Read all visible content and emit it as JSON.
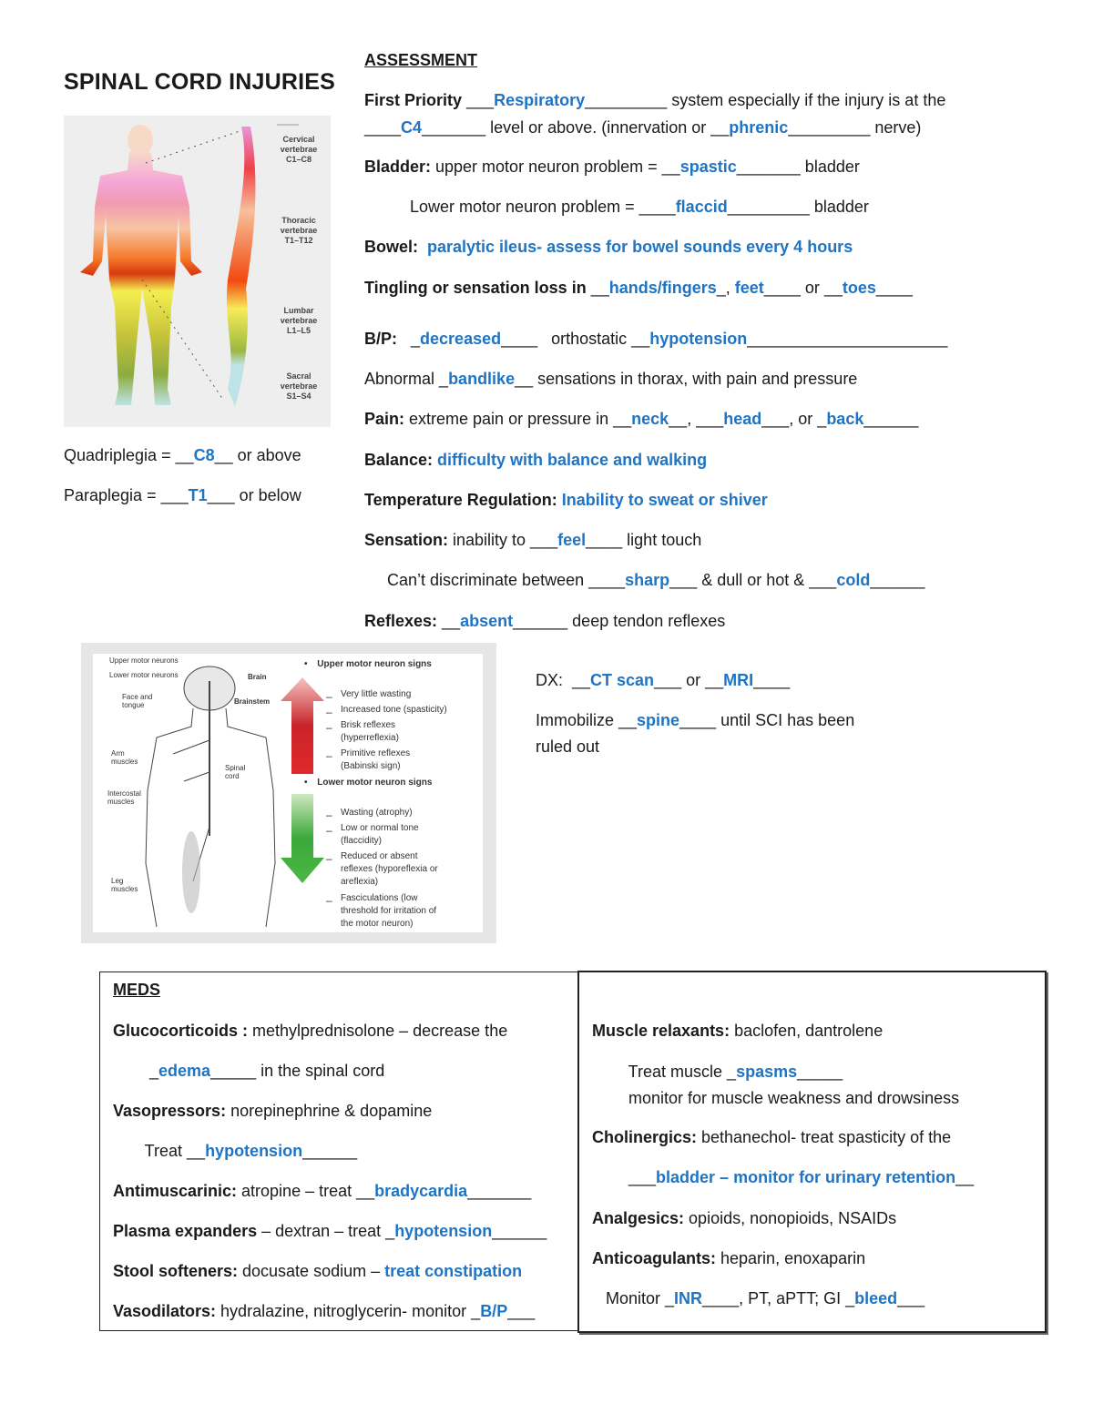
{
  "title": "SPINAL CORD INJURIES",
  "figure_spine": {
    "labels": [
      "Cervical",
      "vertebrae",
      "C1–C8",
      "Thoracic",
      "vertebrae",
      "T1–T12",
      "Lumbar",
      "vertebrae",
      "L1–L5",
      "Sacral",
      "vertebrae",
      "S1–S4"
    ]
  },
  "left_notes": [
    [
      [
        "n",
        "Quadriplegia = __"
      ],
      [
        "a",
        "C8"
      ],
      [
        "n",
        "__ or above"
      ]
    ],
    [
      [
        "n",
        "Paraplegia = ___"
      ],
      [
        "a",
        "T1"
      ],
      [
        "n",
        "___ or below"
      ]
    ]
  ],
  "assessment": [
    [
      [
        "u",
        "ASSESSMENT"
      ]
    ],
    [
      [
        "b",
        "First Priority "
      ],
      [
        "n",
        "___"
      ],
      [
        "a",
        "Respiratory"
      ],
      [
        "n",
        "_________ system especially if the injury is at the"
      ]
    ],
    [
      [
        "n",
        "____"
      ],
      [
        "a",
        "C4"
      ],
      [
        "n",
        "_______ level or above. (innervation or __"
      ],
      [
        "a",
        "phrenic"
      ],
      [
        "n",
        "_________ nerve)"
      ]
    ],
    [
      [
        "b",
        "Bladder: "
      ],
      [
        "n",
        "upper motor neuron problem = __"
      ],
      [
        "a",
        "spastic"
      ],
      [
        "n",
        "_______ bladder"
      ]
    ],
    [
      [
        "n",
        "          Lower motor neuron problem = ____"
      ],
      [
        "a",
        "flaccid"
      ],
      [
        "n",
        "_________ bladder"
      ]
    ],
    [
      [
        "b",
        "Bowel:  "
      ],
      [
        "a",
        "paralytic ileus- assess for bowel sounds every 4 hours"
      ]
    ],
    [
      [
        "b",
        "Tingling or sensation loss in "
      ],
      [
        "n",
        "__"
      ],
      [
        "a",
        "hands/fingers"
      ],
      [
        "n",
        "_, "
      ],
      [
        "a",
        "feet"
      ],
      [
        "n",
        "____ or __"
      ],
      [
        "a",
        "toes"
      ],
      [
        "n",
        "____"
      ]
    ],
    [
      [
        "b",
        "B/P:   "
      ],
      [
        "n",
        "_"
      ],
      [
        "a",
        "decreased"
      ],
      [
        "n",
        "____   orthostatic __"
      ],
      [
        "a",
        "hypotension"
      ],
      [
        "n",
        "______________________"
      ]
    ],
    [
      [
        "n",
        "Abnormal _"
      ],
      [
        "a",
        "bandlike"
      ],
      [
        "n",
        "__ sensations in thorax, with pain and pressure"
      ]
    ],
    [
      [
        "b",
        "Pain: "
      ],
      [
        "n",
        "extreme pain or pressure in __"
      ],
      [
        "a",
        "neck"
      ],
      [
        "n",
        "__, ___"
      ],
      [
        "a",
        "head"
      ],
      [
        "n",
        "___, or _"
      ],
      [
        "a",
        "back"
      ],
      [
        "n",
        "______"
      ]
    ],
    [
      [
        "b",
        "Balance: "
      ],
      [
        "a",
        "difficulty with balance and walking"
      ]
    ],
    [
      [
        "b",
        "Temperature Regulation: "
      ],
      [
        "a",
        "Inability to sweat or shiver"
      ]
    ],
    [
      [
        "b",
        "Sensation: "
      ],
      [
        "n",
        "inability to ___"
      ],
      [
        "a",
        "feel"
      ],
      [
        "n",
        "____ light touch"
      ]
    ],
    [
      [
        "n",
        "     Can’t discriminate between ____"
      ],
      [
        "a",
        "sharp"
      ],
      [
        "n",
        "___ & dull or hot & ___"
      ],
      [
        "a",
        "cold"
      ],
      [
        "n",
        "______"
      ]
    ],
    [
      [
        "b",
        "Reflexes: "
      ],
      [
        "n",
        "__"
      ],
      [
        "a",
        "absent"
      ],
      [
        "n",
        "______ deep tendon reflexes"
      ]
    ]
  ],
  "figure_neuron": {
    "legend": [
      "Upper motor neurons",
      "Lower motor neurons"
    ],
    "body_labels": [
      "Brain",
      "Brainstem",
      "Face and",
      "tongue",
      "Arm",
      "muscles",
      "Spinal",
      "cord",
      "Intercostal",
      "muscles",
      "Leg",
      "muscles"
    ],
    "upper_heading": "Upper motor neuron signs",
    "upper_items": [
      "Very little wasting",
      "Increased tone (spasticity)",
      "Brisk reflexes",
      "(hyperreflexia)",
      "Primitive reflexes",
      "(Babinski sign)"
    ],
    "lower_heading": "Lower motor neuron signs",
    "lower_items": [
      "Wasting (atrophy)",
      "Low or normal tone",
      "(flaccidity)",
      "Reduced or absent",
      "reflexes (hyporeflexia or",
      "areflexia)",
      "Fasciculations (low",
      "threshold for irritation of",
      "the motor neuron)"
    ]
  },
  "dx": [
    [
      [
        "n",
        "DX:  __"
      ],
      [
        "a",
        "CT scan"
      ],
      [
        "n",
        "___ or __"
      ],
      [
        "a",
        "MRI"
      ],
      [
        "n",
        "____"
      ]
    ],
    [
      [
        "n",
        "Immobilize __"
      ],
      [
        "a",
        "spine"
      ],
      [
        "n",
        "____ until SCI has been"
      ]
    ],
    [
      [
        "n",
        "ruled out"
      ]
    ]
  ],
  "meds_left": [
    [
      [
        "u",
        "MEDS"
      ]
    ],
    [
      [
        "b",
        "Glucocorticoids : "
      ],
      [
        "n",
        "methylprednisolone – decrease the"
      ]
    ],
    [
      [
        "n",
        "        _"
      ],
      [
        "a",
        "edema"
      ],
      [
        "n",
        "_____ in the spinal cord"
      ]
    ],
    [
      [
        "b",
        "Vasopressors: "
      ],
      [
        "n",
        "norepinephrine & dopamine"
      ]
    ],
    [
      [
        "n",
        "       Treat __"
      ],
      [
        "a",
        "hypotension"
      ],
      [
        "n",
        "______"
      ]
    ],
    [
      [
        "b",
        "Antimuscarinic: "
      ],
      [
        "n",
        "atropine – treat __"
      ],
      [
        "a",
        "bradycardia"
      ],
      [
        "n",
        "_______"
      ]
    ],
    [
      [
        "b",
        "Plasma expanders "
      ],
      [
        "n",
        "– dextran – treat _"
      ],
      [
        "a",
        "hypotension"
      ],
      [
        "n",
        "______"
      ]
    ],
    [
      [
        "b",
        "Stool softeners: "
      ],
      [
        "n",
        "docusate sodium – "
      ],
      [
        "a",
        "treat constipation"
      ]
    ],
    [
      [
        "b",
        "Vasodilators: "
      ],
      [
        "n",
        "hydralazine, nitroglycerin- monitor _"
      ],
      [
        "a",
        "B/P"
      ],
      [
        "n",
        "___"
      ]
    ]
  ],
  "meds_right": [
    [
      [
        "b",
        "Muscle relaxants: "
      ],
      [
        "n",
        "baclofen, dantrolene"
      ]
    ],
    [
      [
        "n",
        "        Treat muscle _"
      ],
      [
        "a",
        "spasms"
      ],
      [
        "n",
        "_____"
      ]
    ],
    [
      [
        "n",
        "        monitor for muscle weakness and drowsiness"
      ]
    ],
    [
      [
        "b",
        "Cholinergics: "
      ],
      [
        "n",
        "bethanechol- treat spasticity of the"
      ]
    ],
    [
      [
        "n",
        "        ___"
      ],
      [
        "a",
        "bladder – monitor for urinary retention"
      ],
      [
        "n",
        "__"
      ]
    ],
    [
      [
        "b",
        "Analgesics: "
      ],
      [
        "n",
        "opioids, nonopioids, NSAIDs"
      ]
    ],
    [
      [
        "b",
        "Anticoagulants: "
      ],
      [
        "n",
        "heparin, enoxaparin"
      ]
    ],
    [
      [
        "n",
        "   Monitor _"
      ],
      [
        "a",
        "INR"
      ],
      [
        "n",
        "____, PT, aPTT; GI _"
      ],
      [
        "a",
        "bleed"
      ],
      [
        "n",
        "___"
      ]
    ]
  ],
  "colors": {
    "answer": "#1f74c4",
    "text": "#1a1a1a"
  }
}
